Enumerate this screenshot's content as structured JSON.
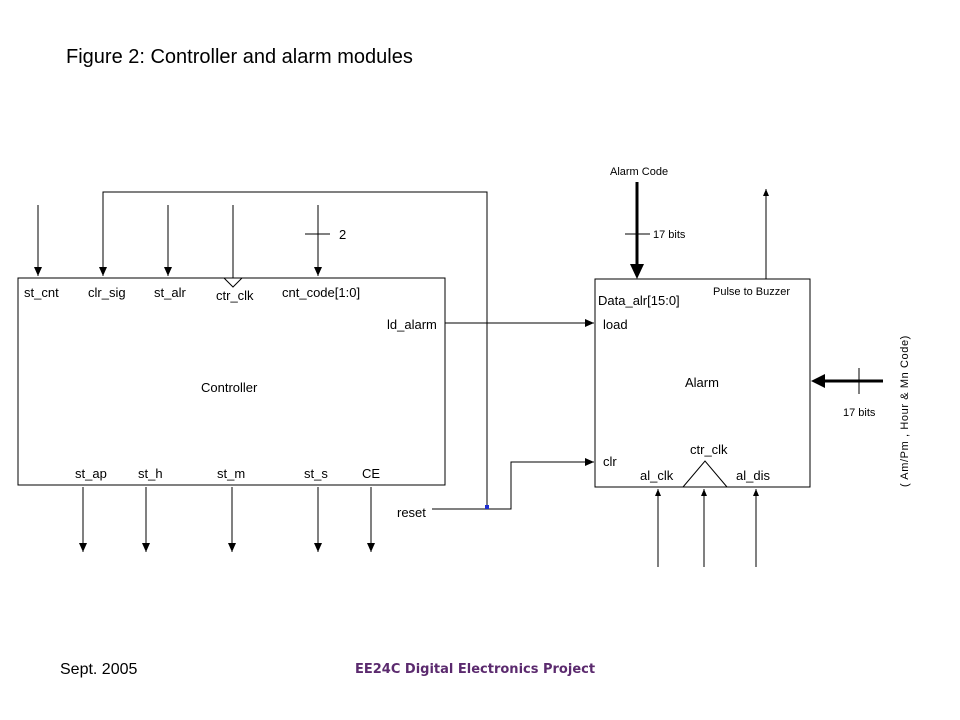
{
  "title": "Figure 2: Controller and alarm modules",
  "footer": {
    "date": "Sept. 2005",
    "project": "EE24C Digital Electronics Project"
  },
  "controller": {
    "name": "Controller",
    "inputs": [
      "st_cnt",
      "clr_sig",
      "st_alr",
      "ctr_clk",
      "cnt_code[1:0]"
    ],
    "bus_width": "2",
    "ld_alarm": "ld_alarm",
    "outputs": [
      "st_ap",
      "st_h",
      "st_m",
      "st_s",
      "CE"
    ],
    "reset": "reset"
  },
  "alarm": {
    "name": "Alarm",
    "data_port": "Data_alr[15:0]",
    "pulse_out": "Pulse to Buzzer",
    "load": "load",
    "clr": "clr",
    "clk_top": "ctr_clk",
    "al_clk": "al_clk",
    "al_dis": "al_dis",
    "alarm_code": "Alarm Code",
    "bits_top": "17 bits",
    "bits_side": "17 bits",
    "side_label": "( Am/Pm , Hour & Mn Code)"
  },
  "colors": {
    "wire": "#000000",
    "junction": "#1f2fd1",
    "footer_text": "#5b2a6e"
  }
}
